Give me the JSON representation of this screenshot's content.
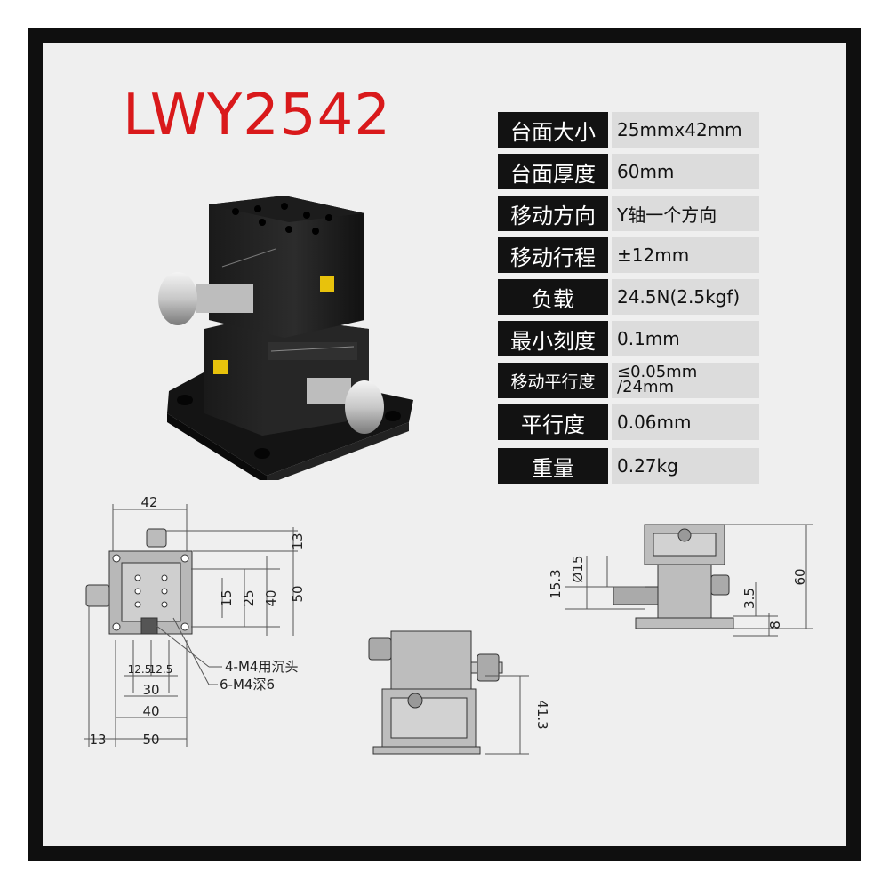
{
  "title": "LWY2542",
  "specs": [
    {
      "key": "台面大小",
      "value": "25mmx42mm"
    },
    {
      "key": "台面厚度",
      "value": "60mm"
    },
    {
      "key": "移动方向",
      "value": "Y轴一个方向"
    },
    {
      "key": "移动行程",
      "value": "±12mm"
    },
    {
      "key": "负载",
      "value": "24.5N(2.5kgf)"
    },
    {
      "key": "最小刻度",
      "value": "0.1mm"
    },
    {
      "key": "移动平行度",
      "value_line1": "≤0.05mm",
      "value_line2": "/24mm"
    },
    {
      "key": "平行度",
      "value": "0.06mm"
    },
    {
      "key": "重量",
      "value": "0.27kg"
    }
  ],
  "drawing_top": {
    "dim_42": "42",
    "dim_13_top": "13",
    "dim_15": "15",
    "dim_25": "25",
    "dim_40_v": "40",
    "dim_50_v": "50",
    "dim_12_5_a": "12.5",
    "dim_12_5_b": "12.5",
    "dim_30": "30",
    "dim_40_h": "40",
    "dim_13_left": "13",
    "dim_50_h": "50",
    "callout_1": "4-M4用沉头",
    "callout_2": "6-M4深6"
  },
  "drawing_front": {
    "dim_41_3": "41.3"
  },
  "drawing_side": {
    "dim_15_3": "15.3",
    "dim_phi15": "Ø15",
    "dim_60": "60",
    "dim_3_5": "3.5",
    "dim_8": "8"
  },
  "colors": {
    "title_red": "#d9191b",
    "key_bg": "#121212",
    "val_bg": "#dcdcdc",
    "frame": "#0f0f0f"
  }
}
